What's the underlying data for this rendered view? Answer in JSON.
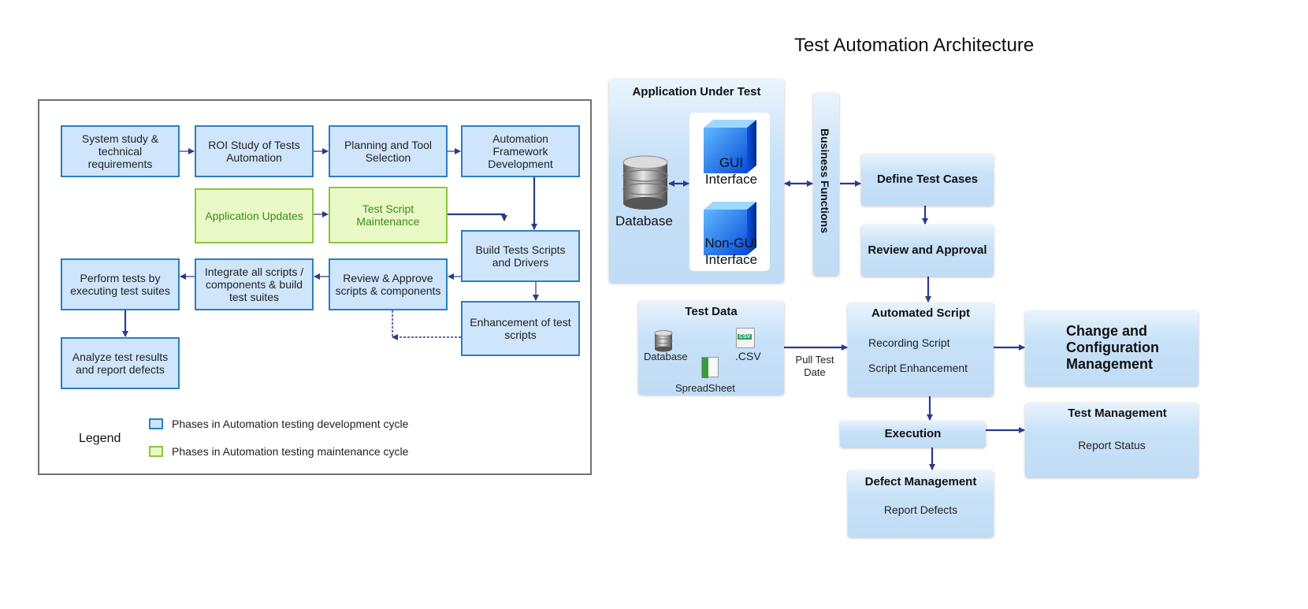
{
  "title": "Test Automation Architecture",
  "lifecycle": {
    "boxes": {
      "system_study": "System study & technical requirements",
      "roi_study": "ROI Study of Tests Automation",
      "planning": "Planning and Tool Selection",
      "framework": "Automation Framework Development",
      "app_updates": "Application Updates",
      "script_maintenance": "Test Script Maintenance",
      "build_scripts": "Build Tests Scripts and Drivers",
      "perform_tests": "Perform tests by executing test suites",
      "integrate": "Integrate all scripts / components & build test suites",
      "review_approve": "Review & Approve scripts & components",
      "enhancement": "Enhancement of test scripts",
      "analyze": "Analyze test results and report defects"
    },
    "legend": {
      "title": "Legend",
      "development": "Phases in Automation testing development cycle",
      "maintenance": "Phases in Automation testing maintenance cycle"
    }
  },
  "architecture": {
    "aut": {
      "title": "Application Under Test",
      "database": "Database",
      "gui": "GUI Interface",
      "nongui": "Non-GUI Interface"
    },
    "business_functions": "Business Functions",
    "define_test_cases": "Define Test Cases",
    "review_approval": "Review and Approval",
    "automated_script": {
      "title": "Automated Script",
      "recording": "Recording Script",
      "enhancement": "Script Enhancement"
    },
    "test_data": {
      "title": "Test Data",
      "database": "Database",
      "csv": ".CSV",
      "csv_icon": "CSV",
      "spreadsheet": "SpreadSheet"
    },
    "pull_test_date": "Pull Test Date",
    "change_config": "Change and Configuration Management",
    "execution": "Execution",
    "test_management": {
      "title": "Test Management",
      "status": "Report Status"
    },
    "defect_management": {
      "title": "Defect Management",
      "report": "Report Defects"
    }
  },
  "colors": {
    "dev_box_fill": "#cfe5fb",
    "dev_box_border": "#2a7fc0",
    "maint_box_fill": "#e9f9c5",
    "maint_box_border": "#8cc63f",
    "arrow": "#2b3a8c"
  }
}
